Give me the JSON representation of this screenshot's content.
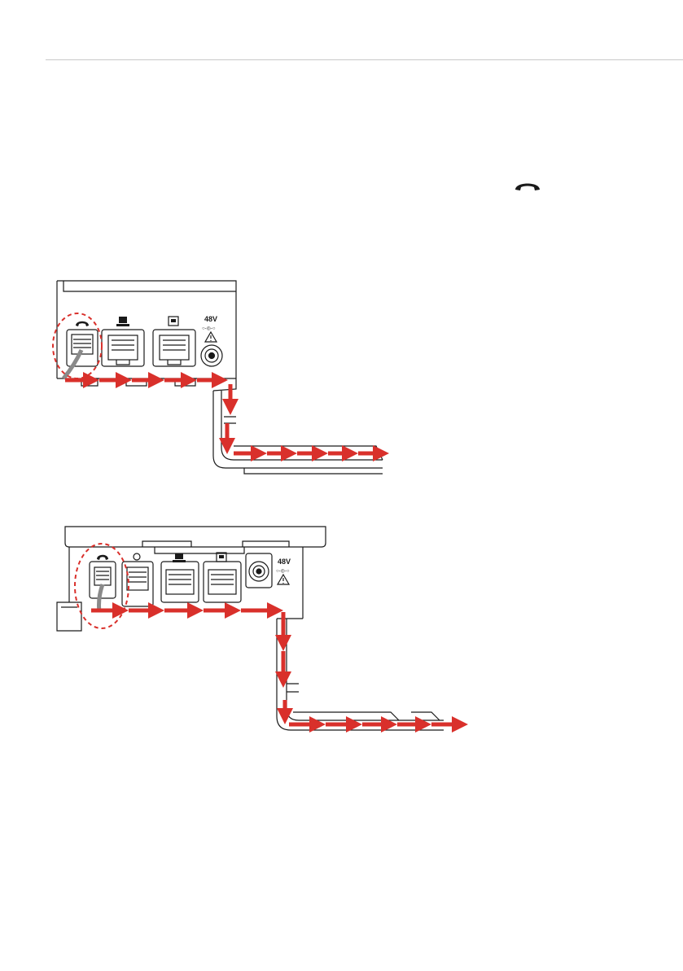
{
  "figure_top": {
    "voltage_label": "48V",
    "ports": [
      "handset-port",
      "pc-port",
      "lan-port",
      "power-jack"
    ]
  },
  "figure_bottom": {
    "voltage_label": "48V",
    "ports": [
      "handset-port",
      "accessory-port",
      "pc-port",
      "lan-port",
      "power-jack"
    ]
  },
  "colors": {
    "arrow": "#d9302b",
    "highlight_circle": "#d9302b",
    "line_art": "#1a1a1a",
    "cable": "#8a8a8a",
    "header_rule": "#c8c8c8"
  },
  "icons": [
    "handset-icon",
    "pc-icon",
    "network-icon",
    "warning-icon"
  ]
}
